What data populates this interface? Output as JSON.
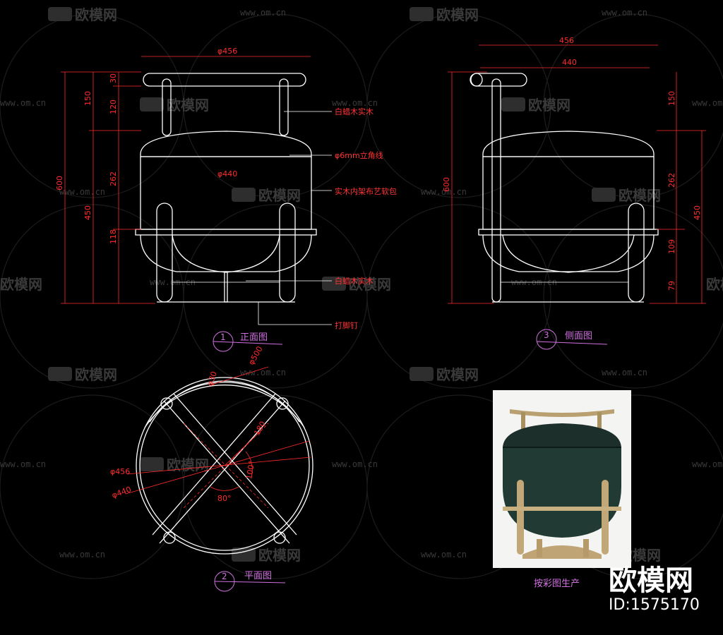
{
  "watermark": {
    "brand": "欧模网",
    "url": "www.om.cn"
  },
  "views": {
    "front": {
      "number": "1",
      "title": "正面图"
    },
    "plan": {
      "number": "2",
      "title": "平面图"
    },
    "side": {
      "number": "3",
      "title": "侧面图"
    }
  },
  "front_dims": {
    "width_top": "φ456",
    "width_mid": "φ440",
    "h_total": "600",
    "h_back": "150",
    "h_seat": "450",
    "h_30": "30",
    "h_120": "120",
    "h_262": "262",
    "h_118": "118"
  },
  "side_dims": {
    "top": "456",
    "width": "440",
    "h_total": "600",
    "h_back": "150",
    "h_262": "262",
    "h_450": "450",
    "h_109": "109",
    "h_79": "79"
  },
  "plan_dims": {
    "d500": "φ500",
    "d30": "φ30",
    "d456": "φ456",
    "d440": "φ440",
    "a100": "100°",
    "a80": "80°",
    "d180": "180"
  },
  "notes": {
    "n1": "白蜡木实木",
    "n2": "φ6mm立角线",
    "n3": "实木内架布艺软包",
    "n4": "白蜡木实木",
    "n5": "打脚钉"
  },
  "photo_caption": "按彩图生产",
  "brand": {
    "name": "欧模网",
    "id": "ID:1575170"
  },
  "colors": {
    "background": "#000000",
    "line": "#ffffff",
    "dimension": "#ff2b2b",
    "title": "#d070e0",
    "watermark": "#3a3a3a"
  }
}
